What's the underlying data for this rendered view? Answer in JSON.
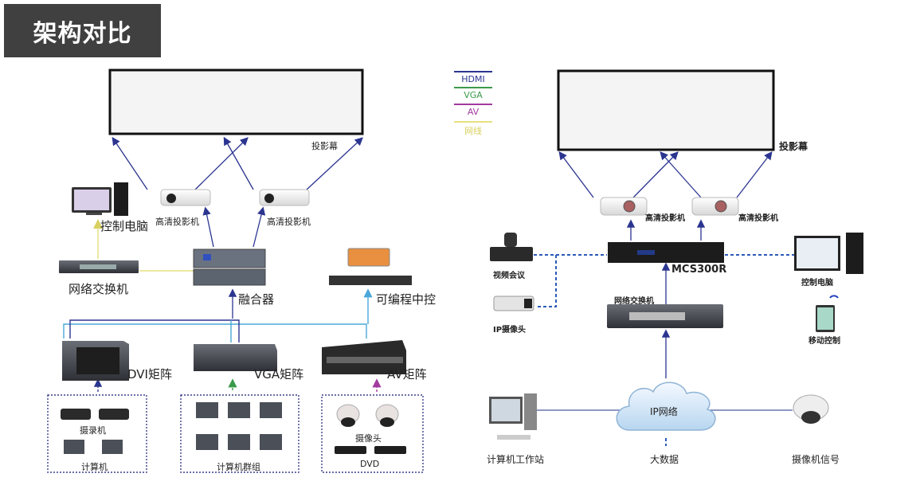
{
  "page_title": "架构对比",
  "colors": {
    "hdmi": "#2b3590",
    "vga": "#3a9a4a",
    "av": "#a23aa0",
    "network": "#e6e080",
    "cyan_link": "#4aa8d8",
    "title_bg": "#404040"
  },
  "legend": [
    {
      "label": "HDMI",
      "color": "#2b3590"
    },
    {
      "label": "VGA",
      "color": "#3a9a4a"
    },
    {
      "label": "AV",
      "color": "#a23aa0"
    },
    {
      "label": "网线",
      "color": "#e6e080"
    }
  ],
  "left": {
    "screen_label": "投影幕",
    "projector_labels": [
      "高清投影机",
      "高清投影机"
    ],
    "control_pc_label": "控制电脑",
    "switch_label": "网络交换机",
    "blender_label": "融合器",
    "central_control_label": "可编程中控",
    "matrices": [
      "DVI矩阵",
      "VGA矩阵",
      "AV矩阵"
    ],
    "sources": {
      "dvi": [
        "摄录机",
        "计算机"
      ],
      "vga": [
        "计算机群组"
      ],
      "av": [
        "摄像头",
        "DVD"
      ]
    }
  },
  "right": {
    "screen_label": "投影幕",
    "projector_labels": [
      "高清投影机",
      "高清投影机"
    ],
    "controller_label": "MCS300R",
    "video_conf_label": "视频会议",
    "ip_camera_label": "IP摄像头",
    "control_pc_label": "控制电脑",
    "mobile_label": "移动控制",
    "switch_label": "网络交换机",
    "cloud_label": "IP网络",
    "workstation_label": "计算机工作站",
    "bigdata_label": "大数据",
    "camera_signal_label": "摄像机信号"
  }
}
